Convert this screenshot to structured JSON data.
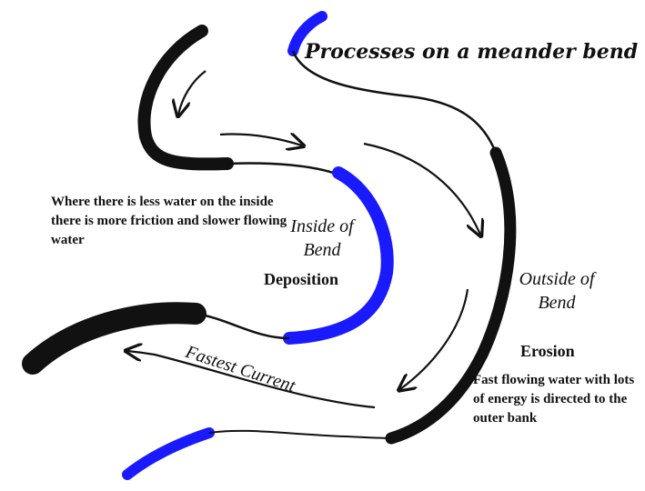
{
  "title": "Processes on a meander bend",
  "inside": {
    "note": "Where there is less water on the inside there is more friction and slower flowing water",
    "heading": "Inside of Bend",
    "process": "Deposition"
  },
  "outside": {
    "heading": "Outside of Bend",
    "process": "Erosion",
    "note": "Fast flowing water with lots of energy is directed to the outer bank"
  },
  "current_label": "Fastest Current",
  "colors": {
    "bank": "#111111",
    "deposit": "#1a1aff",
    "background": "#ffffff"
  }
}
